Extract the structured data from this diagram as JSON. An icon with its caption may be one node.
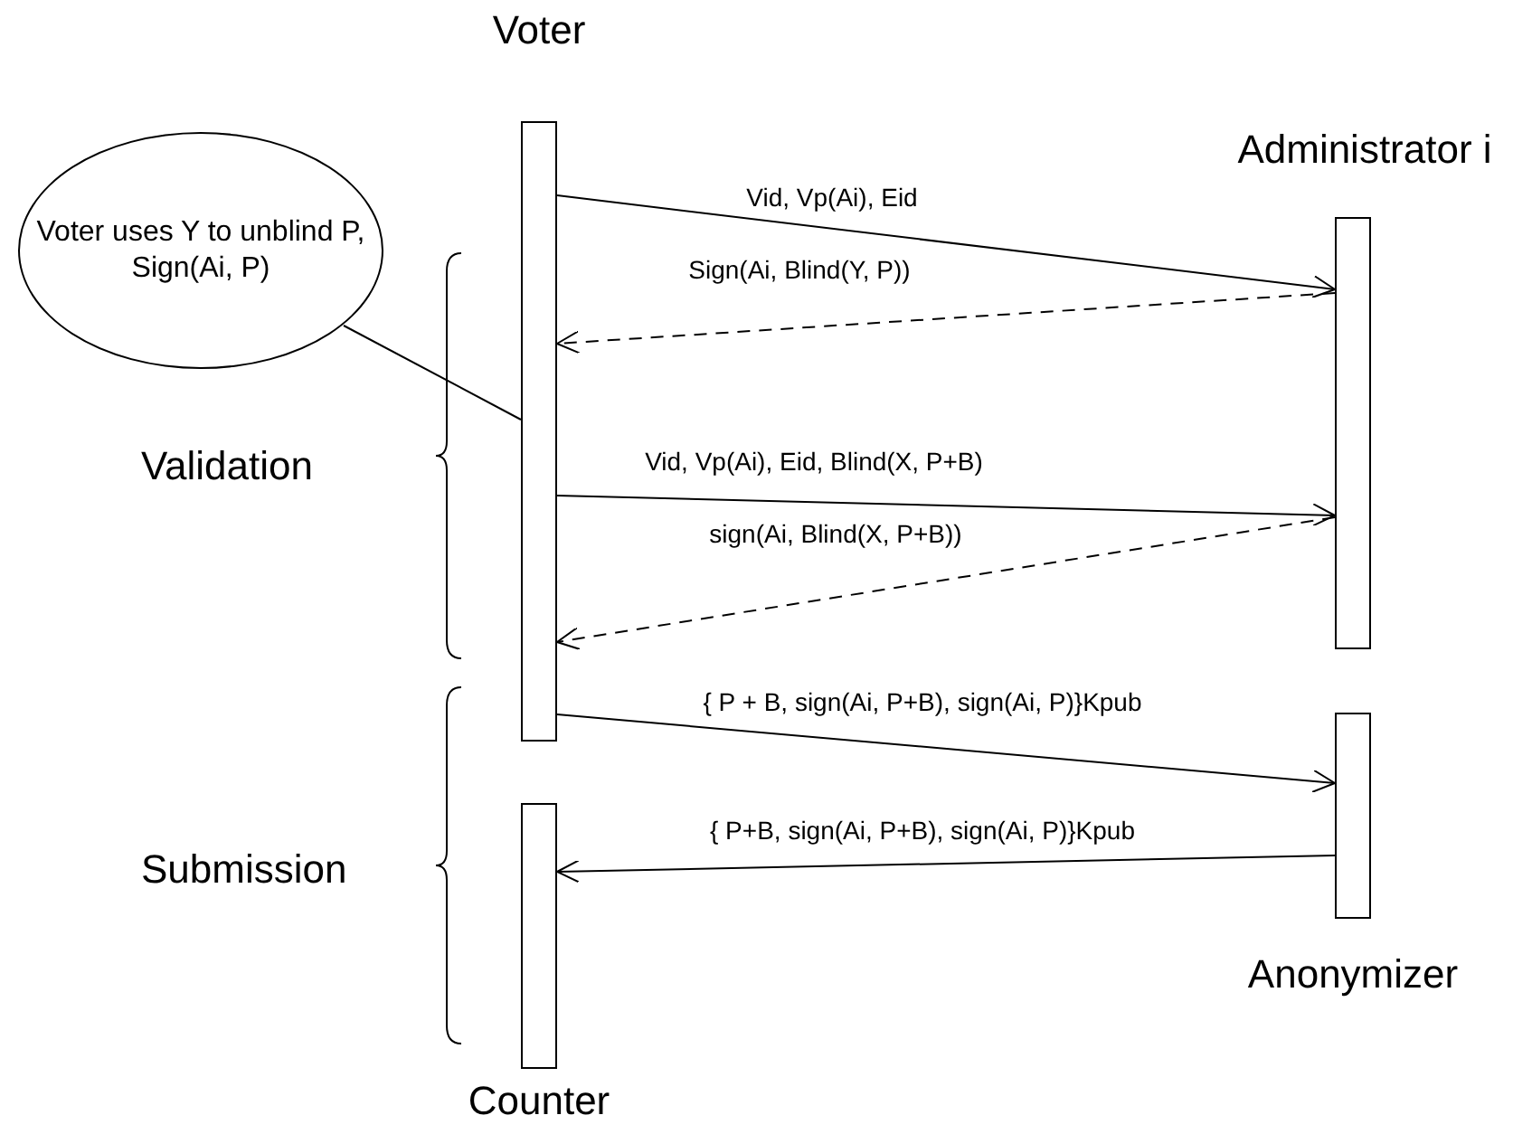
{
  "diagram": {
    "nodes": [
      {
        "text": [
          "Voter"
        ]
      },
      {
        "text": [
          "Administrator i"
        ]
      },
      {
        "text": [
          "Anonymizer"
        ]
      },
      {
        "text": [
          "Counter"
        ]
      },
      {
        "text": [
          "Voter uses Y to unblind P, Sign(Ai, P)"
        ]
      }
    ],
    "edges": [
      {
        "from": 0,
        "to": 1,
        "arrow": "to",
        "label": "Vid, Vp(Ai), Eid"
      },
      {
        "from": 1,
        "to": 0,
        "arrow": "to",
        "style": "dashed",
        "label": "Sign(Ai, Blind(Y, P))"
      },
      {
        "from": 0,
        "to": 1,
        "arrow": "to",
        "label": "Vid, Vp(Ai), Eid, Blind(X, P+B)"
      },
      {
        "from": 1,
        "to": 0,
        "arrow": "to",
        "style": "dashed",
        "label": "sign(Ai, Blind(X, P+B))"
      },
      {
        "from": 0,
        "to": 2,
        "arrow": "to",
        "label": "{ P + B, sign(Ai, P+B), sign(Ai, P)}Kpub"
      },
      {
        "from": 2,
        "to": 3,
        "arrow": "to",
        "label": "{ P+B, sign(Ai, P+B), sign(Ai, P)}Kpub"
      },
      {
        "from": 4,
        "to": 0,
        "arrow": "none"
      }
    ],
    "labels": [
      "Validation",
      "Submission"
    ]
  }
}
